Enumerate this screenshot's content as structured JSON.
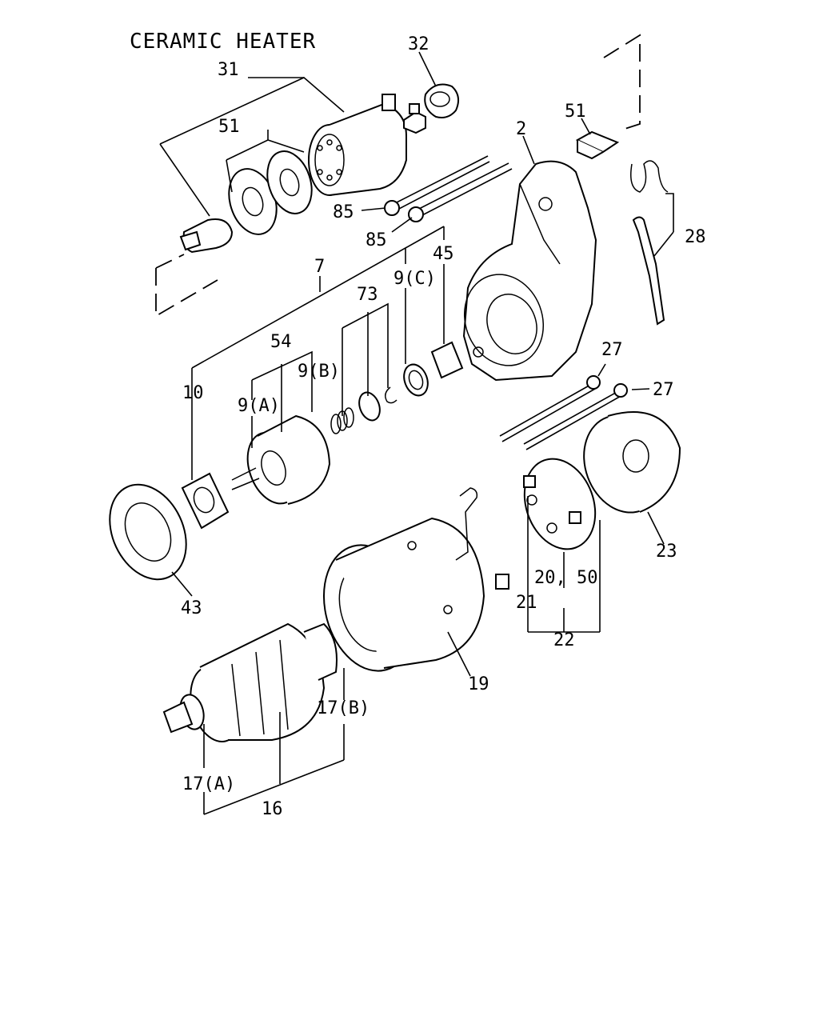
{
  "title": "CERAMIC HEATER",
  "parts": {
    "p31": "31",
    "p32": "32",
    "p51a": "51",
    "p51b": "51",
    "p2": "2",
    "p85a": "85",
    "p85b": "85",
    "p28": "28",
    "p7": "7",
    "p45": "45",
    "p73": "73",
    "p9c": "9(C)",
    "p54": "54",
    "p9b": "9(B)",
    "p9a": "9(A)",
    "p10": "10",
    "p27a": "27",
    "p27b": "27",
    "p43": "43",
    "p23": "23",
    "p2050": "20, 50",
    "p21": "21",
    "p22": "22",
    "p19": "19",
    "p17b": "17(B)",
    "p17a": "17(A)",
    "p16": "16"
  }
}
